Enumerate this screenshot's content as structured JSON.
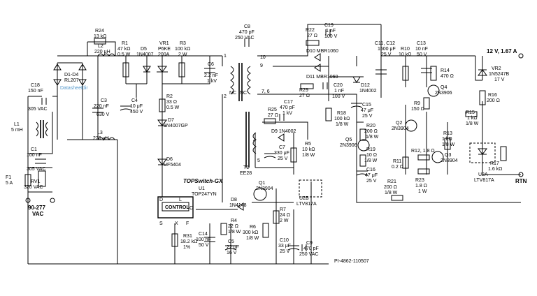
{
  "labels": {
    "r24": [
      "R24",
      "13 kΩ"
    ],
    "l2": [
      "L2",
      "220 μH"
    ],
    "r1": [
      "R1",
      "47 kΩ",
      "0.5 W"
    ],
    "d5": [
      "D5",
      "1N4007"
    ],
    "vr1": [
      "VR1",
      "P6KE",
      "200A"
    ],
    "r3": [
      "R3",
      "100 kΩ",
      "2 W"
    ],
    "c6": [
      "C6",
      "2.2 nF",
      "1 kV"
    ],
    "c8": [
      "C8",
      "470 pF",
      "250 VAC"
    ],
    "r22": [
      "R22",
      "27 Ω"
    ],
    "c19": [
      "C19",
      "1 nF",
      "100 V"
    ],
    "d10": "D10 MBR1060",
    "d11": "D11 MBR1060",
    "r29": [
      "R29",
      "27 Ω"
    ],
    "c20": [
      "C20",
      "1 nF",
      "100 V"
    ],
    "c11": [
      "C11, C12",
      "1500 μF",
      "25 V"
    ],
    "r10": [
      "R10",
      "10 kΩ"
    ],
    "c13": [
      "C13",
      "10 nF",
      "50 V"
    ],
    "out": "12 V, 1.67 A",
    "r14": [
      "R14",
      "470 Ω"
    ],
    "q4": [
      "Q4",
      "2N3906"
    ],
    "vr2": [
      "VR2",
      "1N5247B",
      "17 V"
    ],
    "r16": [
      "R16",
      "200 Ω"
    ],
    "d1": [
      "D1-D4",
      "RL207"
    ],
    "c18": [
      "C18",
      "150 nF",
      "305 VAC"
    ],
    "l1": [
      "L1",
      "5 mH"
    ],
    "c1": [
      "C1",
      "100 nF",
      "305 VAC"
    ],
    "f1": [
      "F1",
      "5 A"
    ],
    "rv1": [
      "RV1",
      "320 VAC"
    ],
    "vac": [
      "90-277",
      "VAC"
    ],
    "c3": [
      "C3",
      "220 nF",
      "630 V"
    ],
    "l3": [
      "L3",
      "220 μH"
    ],
    "c4": [
      "C4",
      "10 μF",
      "450 V"
    ],
    "r2": [
      "R2",
      "33 Ω",
      "0.5 W"
    ],
    "d7": [
      "D7",
      "1N4007GP"
    ],
    "d6": [
      "D6",
      "UF5404"
    ],
    "nc1": "NC",
    "nc2": "NC",
    "t1": [
      "T1",
      "EE28"
    ],
    "c17": [
      "C17",
      "470 pF",
      "1 kV"
    ],
    "r25": [
      "R25",
      "27 Ω"
    ],
    "d9": "D9 1N4002",
    "c7": [
      "C7",
      "330 μF",
      "25 V"
    ],
    "r5": [
      "R5",
      "10 kΩ",
      "1/8 W"
    ],
    "d12": [
      "D12",
      "1N4002"
    ],
    "r18": [
      "R18",
      "100 kΩ",
      "1/8 W"
    ],
    "c15": [
      "C15",
      "47 μF",
      "25 V"
    ],
    "r20": [
      "R20",
      "200 Ω",
      "1/8 W"
    ],
    "q5": [
      "Q5",
      "2N3906"
    ],
    "r19": [
      "R19",
      "10 Ω",
      "1/8 W"
    ],
    "c16": [
      "C16",
      "47 μF",
      "25 V"
    ],
    "r9": [
      "R9",
      "150 Ω"
    ],
    "q2": [
      "Q2",
      "2N3904"
    ],
    "r15": [
      "R15",
      "1 kΩ",
      "1/8 W"
    ],
    "r13": [
      "R13",
      "1 kΩ",
      "1/8 W"
    ],
    "q3": [
      "Q3",
      "2N3904"
    ],
    "r12": "R12, 1.8 Ω",
    "r11": [
      "R11",
      "0.2 Ω"
    ],
    "r23": [
      "R23",
      "1.8 Ω",
      "1 W"
    ],
    "r21": [
      "R21",
      "200 Ω",
      "1/8 W"
    ],
    "r17": [
      "R17",
      "1.6 kΩ"
    ],
    "u2a": [
      "U2A",
      "LTV817A"
    ],
    "rtn": "RTN",
    "topsw": "TOPSwitch-GX",
    "u1": [
      "U1",
      "TOP247YN"
    ],
    "control": "CONTROL",
    "pins": [
      "D",
      "L",
      "C",
      "S",
      "X",
      "F"
    ],
    "q1": [
      "Q1",
      "2N3904"
    ],
    "d8": [
      "D8",
      "1N4148"
    ],
    "r7": [
      "R7",
      "24 Ω",
      "2 W"
    ],
    "u2b": [
      "U2B",
      "LTV817A"
    ],
    "r4": [
      "R4",
      "22 Ω",
      "1/8 W"
    ],
    "r6": [
      "R6",
      "300 kΩ",
      "1/8 W"
    ],
    "r31": [
      "R31",
      "18.2 kΩ",
      "1%"
    ],
    "c14": [
      "C14",
      "100 nF",
      "50 V"
    ],
    "c5": [
      "C5",
      "22 μF",
      "16 V"
    ],
    "c10": [
      "C10",
      "33 μF",
      "25 V"
    ],
    "c9": [
      "C9",
      "470 pF",
      "250 VAC"
    ],
    "pi": "PI-4862-110507",
    "pinnum": [
      "1",
      "2",
      "4",
      "5",
      "9",
      "10",
      "7, 6"
    ],
    "watermark": "Datasheetdir"
  }
}
